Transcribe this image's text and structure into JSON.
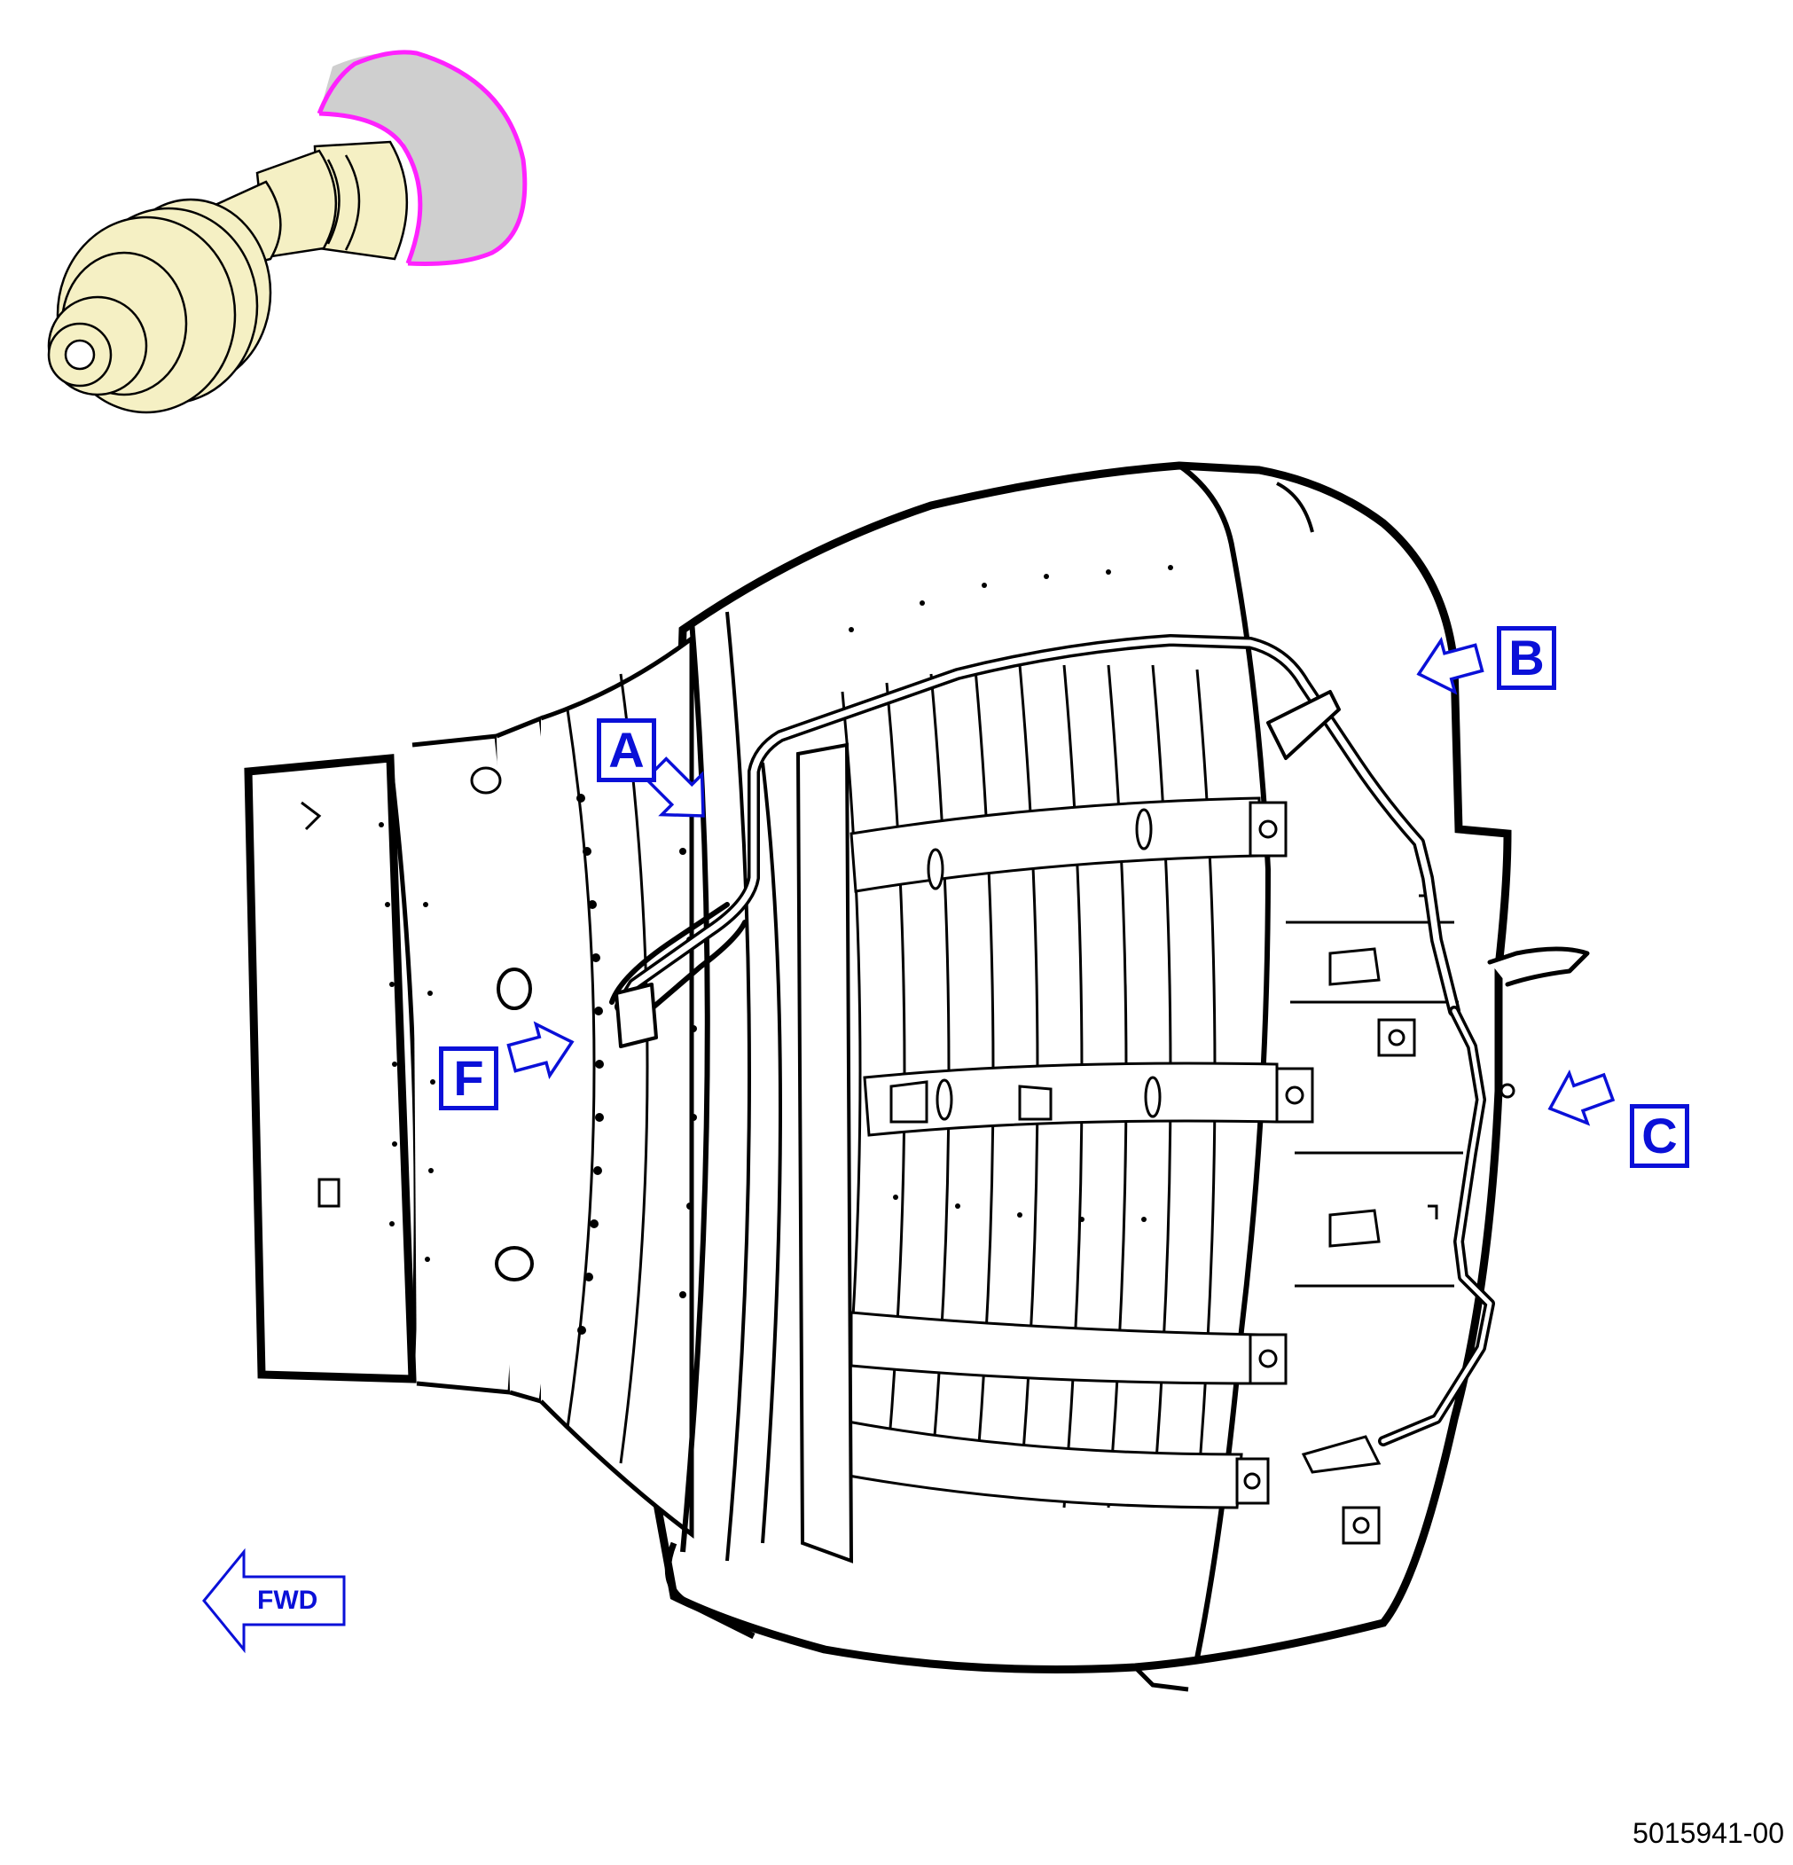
{
  "figure_number": "5015941-00",
  "fwd_label": "FWD",
  "callouts": [
    {
      "id": "A",
      "label": "A"
    },
    {
      "id": "B",
      "label": "B"
    },
    {
      "id": "C",
      "label": "C"
    },
    {
      "id": "F",
      "label": "F"
    }
  ],
  "colors": {
    "callout": "#0a10d8",
    "locator_body": "#f5f0c4",
    "locator_highlight": "#cfcfcf",
    "locator_outline": "#ff22ff",
    "line": "#000000"
  },
  "icons": {
    "locator": "engine-locator-icon",
    "forward_arrow": "forward-arrow-icon",
    "view_arrow": "view-arrow-icon"
  }
}
